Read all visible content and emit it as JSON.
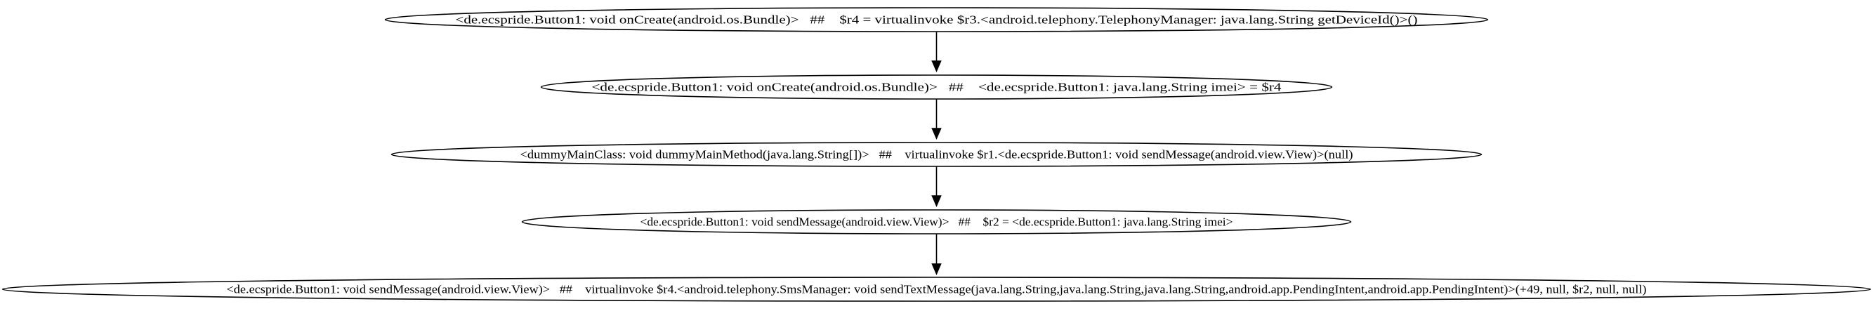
{
  "graph": {
    "nodes": [
      {
        "id": "n1",
        "label": "<de.ecspride.Button1: void onCreate(android.os.Bundle)>   ##    $r4 = virtualinvoke $r3.<android.telephony.TelephonyManager: java.lang.String getDeviceId()>()"
      },
      {
        "id": "n2",
        "label": "<de.ecspride.Button1: void onCreate(android.os.Bundle)>   ##    <de.ecspride.Button1: java.lang.String imei> = $r4"
      },
      {
        "id": "n3",
        "label": "<dummyMainClass: void dummyMainMethod(java.lang.String[])>   ##    virtualinvoke $r1.<de.ecspride.Button1: void sendMessage(android.view.View)>(null)"
      },
      {
        "id": "n4",
        "label": "<de.ecspride.Button1: void sendMessage(android.view.View)>   ##    $r2 = <de.ecspride.Button1: java.lang.String imei>"
      },
      {
        "id": "n5",
        "label": "<de.ecspride.Button1: void sendMessage(android.view.View)>   ##    virtualinvoke $r4.<android.telephony.SmsManager: void sendTextMessage(java.lang.String,java.lang.String,java.lang.String,android.app.PendingIntent,android.app.PendingIntent)>(+49, null, $r2, null, null)"
      }
    ],
    "edges": [
      {
        "from": "n1",
        "to": "n2"
      },
      {
        "from": "n2",
        "to": "n3"
      },
      {
        "from": "n3",
        "to": "n4"
      },
      {
        "from": "n4",
        "to": "n5"
      }
    ]
  }
}
